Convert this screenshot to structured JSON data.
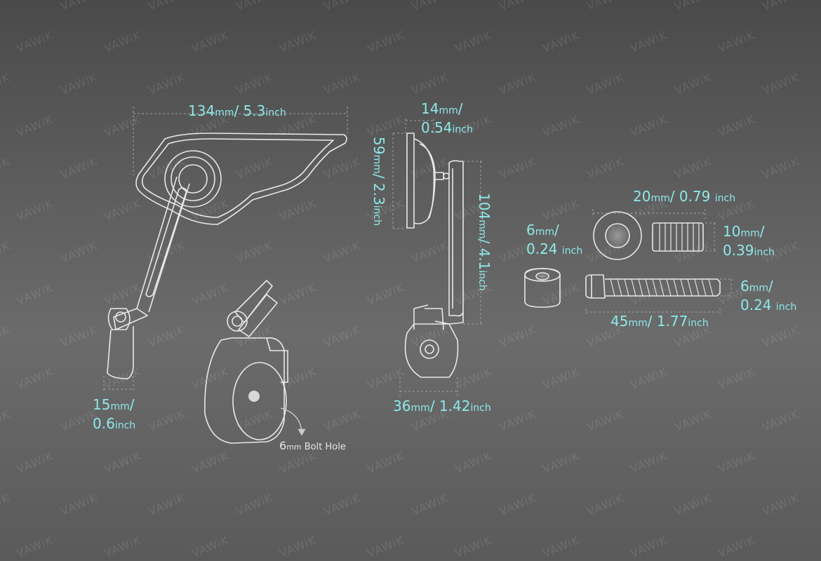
{
  "watermark": "VAWiK",
  "colors": {
    "dimension_text": "#8ee8e8",
    "outline": "#e8e8e8",
    "dash": "#9a9a9a",
    "background_top": "#4a4a4a",
    "background_mid": "#6b6b6b"
  },
  "dimensions": {
    "total_width": {
      "num": "134",
      "unit": "mm",
      "sep": "/ ",
      "num2": "5.3",
      "unit2": "inch"
    },
    "arm_width": {
      "num": "15",
      "unit": "mm",
      "sep": "/",
      "num2": "0.6",
      "unit2": "inch"
    },
    "mirror_depth": {
      "num": "14",
      "unit": "mm",
      "sep": "/",
      "num2": "0.54",
      "unit2": "inch"
    },
    "mirror_height": {
      "num": "59",
      "unit": "mm",
      "sep": "/ ",
      "num2": "2.3",
      "unit2": "inch"
    },
    "side_height": {
      "num": "104",
      "unit": "mm",
      "sep": "/ ",
      "num2": "4.1",
      "unit2": "inch"
    },
    "clamp_width": {
      "num": "36",
      "unit": "mm",
      "sep": "/ ",
      "num2": "1.42",
      "unit2": "inch"
    },
    "spacer_dia": {
      "num": "6",
      "unit": "mm",
      "sep": "/",
      "num2": "0.24",
      "unit2": "inch"
    },
    "washer_width": {
      "num": "20",
      "unit": "mm",
      "sep": "/ ",
      "num2": "0.79",
      "unit2": "inch"
    },
    "washer_height": {
      "num": "10",
      "unit": "mm",
      "sep": "/",
      "num2": "0.39",
      "unit2": "inch"
    },
    "bolt_dia": {
      "num": "6",
      "unit": "mm",
      "sep": "/",
      "num2": "0.24",
      "unit2": "inch"
    },
    "bolt_length": {
      "num": "45",
      "unit": "mm",
      "sep": "/ ",
      "num2": "1.77",
      "unit2": "inch"
    }
  },
  "bolt_hole_note": {
    "num": "6",
    "unit": "mm",
    "text": " Bolt Hole"
  }
}
